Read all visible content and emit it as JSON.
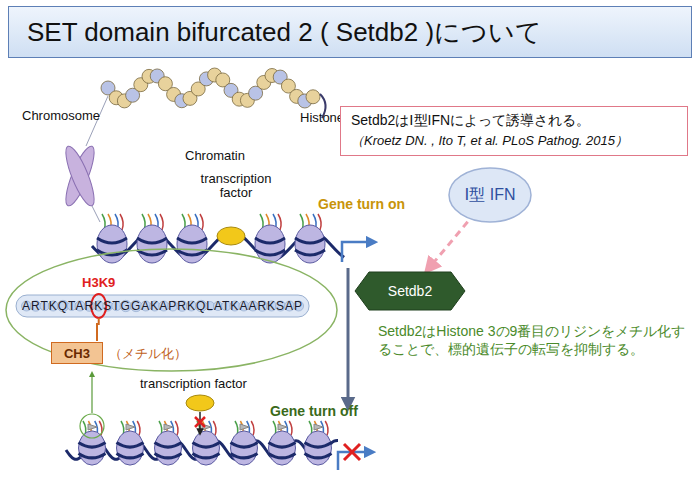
{
  "diagram": {
    "title": "SET domain bifurcated 2 ( Setdb2 )について",
    "nodes": [
      {
        "text": [
          "Setdb2はⅠ型IFNによって誘導される。",
          "（Kroetz DN. , Ito T, et al. PLoS Pathog. 2015）"
        ]
      },
      {
        "text": [
          "Ⅰ型 IFN"
        ]
      },
      {
        "text": [
          "H3K9",
          "（メチル化）"
        ]
      },
      {
        "text": [
          "ARTKQTARKSTGGAKAPRKQLATKAARKSAP"
        ],
        "in": 2
      },
      {
        "text": [
          "CH3"
        ],
        "in": 2
      },
      {
        "text": [
          "Setdb2"
        ]
      }
    ],
    "edges": [
      {
        "from": 1,
        "to": 5,
        "arrow": "to"
      }
    ],
    "labels": [
      "Chromosome",
      "Histone",
      "Chromatin",
      "transcription factor",
      "Gene turn on",
      "transcription factor",
      "Gene turn off",
      "Setdb2はHistone 3の9番目のリジンをメチル化することで、標的遺伝子の転写を抑制する。"
    ]
  }
}
